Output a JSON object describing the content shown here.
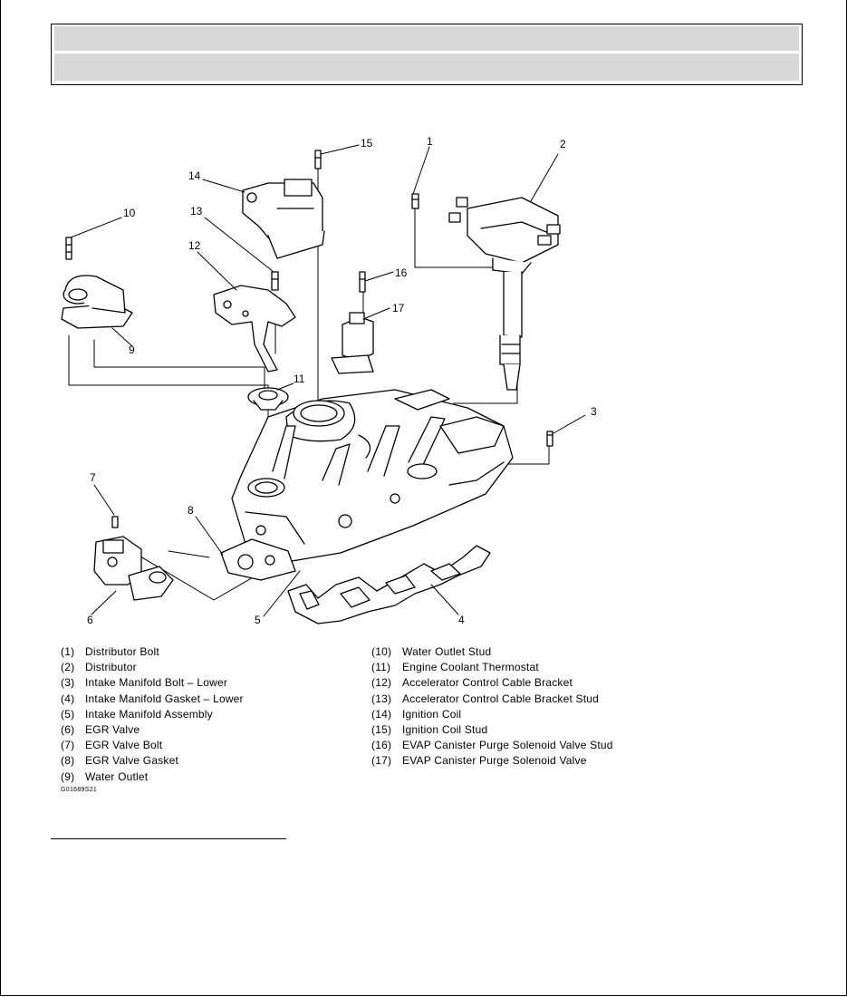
{
  "header": {
    "title": "",
    "subtitle": ""
  },
  "callouts": [
    "1",
    "2",
    "3",
    "4",
    "5",
    "6",
    "7",
    "8",
    "9",
    "10",
    "11",
    "12",
    "13",
    "14",
    "15",
    "16",
    "17"
  ],
  "legend_left": [
    {
      "num": "(1)",
      "label": "Distributor Bolt"
    },
    {
      "num": "(2)",
      "label": "Distributor"
    },
    {
      "num": "(3)",
      "label": "Intake Manifold Bolt – Lower"
    },
    {
      "num": "(4)",
      "label": "Intake Manifold Gasket – Lower"
    },
    {
      "num": "(5)",
      "label": "Intake Manifold Assembly"
    },
    {
      "num": "(6)",
      "label": "EGR Valve"
    },
    {
      "num": "(7)",
      "label": "EGR Valve Bolt"
    },
    {
      "num": "(8)",
      "label": "EGR Valve Gasket"
    },
    {
      "num": "(9)",
      "label": "Water Outlet"
    }
  ],
  "legend_right": [
    {
      "num": "(10)",
      "label": "Water Outlet Stud"
    },
    {
      "num": "(11)",
      "label": "Engine Coolant Thermostat"
    },
    {
      "num": "(12)",
      "label": "Accelerator Control Cable Bracket"
    },
    {
      "num": "(13)",
      "label": "Accelerator Control Cable Bracket Stud"
    },
    {
      "num": "(14)",
      "label": "Ignition Coil"
    },
    {
      "num": "(15)",
      "label": "Ignition Coil Stud"
    },
    {
      "num": "(16)",
      "label": "EVAP Canister Purge Solenoid Valve Stud"
    },
    {
      "num": "(17)",
      "label": "EVAP Canister Purge Solenoid Valve"
    }
  ],
  "figure_code": "G01689S21"
}
